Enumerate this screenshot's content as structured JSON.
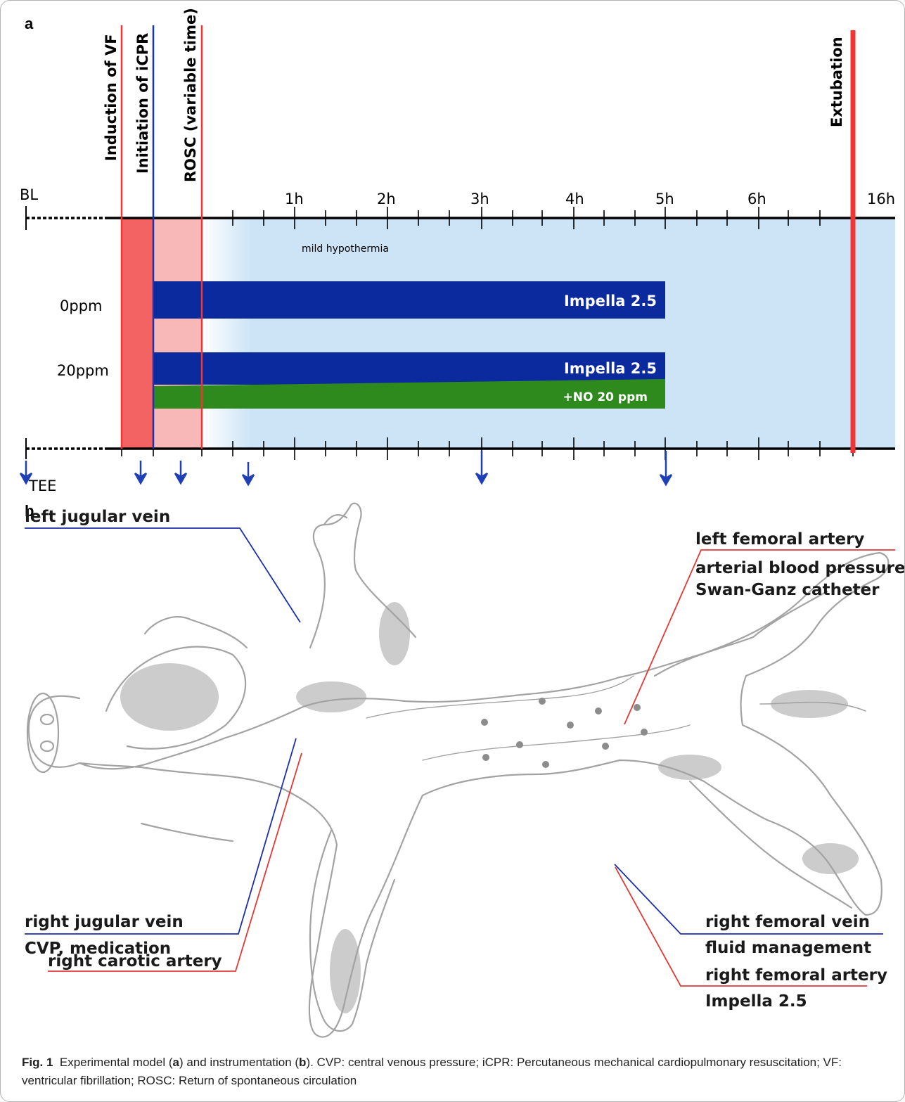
{
  "panel_a": {
    "letter": "a",
    "events": {
      "vf": "Induction of VF",
      "icpr": "Initiation of iCPR",
      "rosc": "ROSC (variable time)",
      "extubation": "Extubation"
    },
    "ticks": {
      "bl": "BL",
      "h1": "1h",
      "h2": "2h",
      "h3": "3h",
      "h4": "4h",
      "h5": "5h",
      "h6": "6h",
      "h16": "16h"
    },
    "hypothermia": "mild hypothermia",
    "rows": {
      "ppm0": "0ppm",
      "ppm20": "20ppm"
    },
    "bars": {
      "impella_0": "Impella 2.5",
      "impella_20": "Impella 2.5",
      "no": "+NO 20 ppm"
    },
    "tee": "TEE",
    "colors": {
      "vf_phase": "#f46363",
      "icpr_phase": "#f9b8b8",
      "hypothermia": "#cce4f6",
      "impella": "#0b2a9e",
      "no": "#2e8a1d",
      "event_red": "#ef3535",
      "event_blue": "#1736b2",
      "tee_arrow": "#1e3fb5"
    }
  },
  "panel_b": {
    "letter": "b",
    "sites": {
      "left_femoral_1": "left femoral artery",
      "left_femoral_2": "arterial blood pressure",
      "left_femoral_3": "Swan-Ganz catheter",
      "left_jugular": "left jugular vein",
      "right_jugular_1": "right jugular vein",
      "right_jugular_2": "CVP, medication",
      "right_femoral_vein_1": "right femoral vein",
      "right_femoral_vein_2": "fluid management",
      "right_carotid": "right carotic artery",
      "right_femoral_artery_1": "right femoral artery",
      "right_femoral_artery_2": "Impella 2.5"
    },
    "colors": {
      "vein_line": "#1b2fa8",
      "artery_line": "#e23838",
      "animal": "#a3a3a3"
    }
  },
  "caption": {
    "fig_no": "Fig. 1",
    "t1": "Experimental model (",
    "a": "a",
    "t2": ") and instrumentation (",
    "b": "b",
    "t3": "). CVP: central venous pressure; iCPR: Percutaneous mechanical cardiopulmonary resuscitation; VF: ventricular fibrillation; ROSC: Return of spontaneous circulation"
  }
}
